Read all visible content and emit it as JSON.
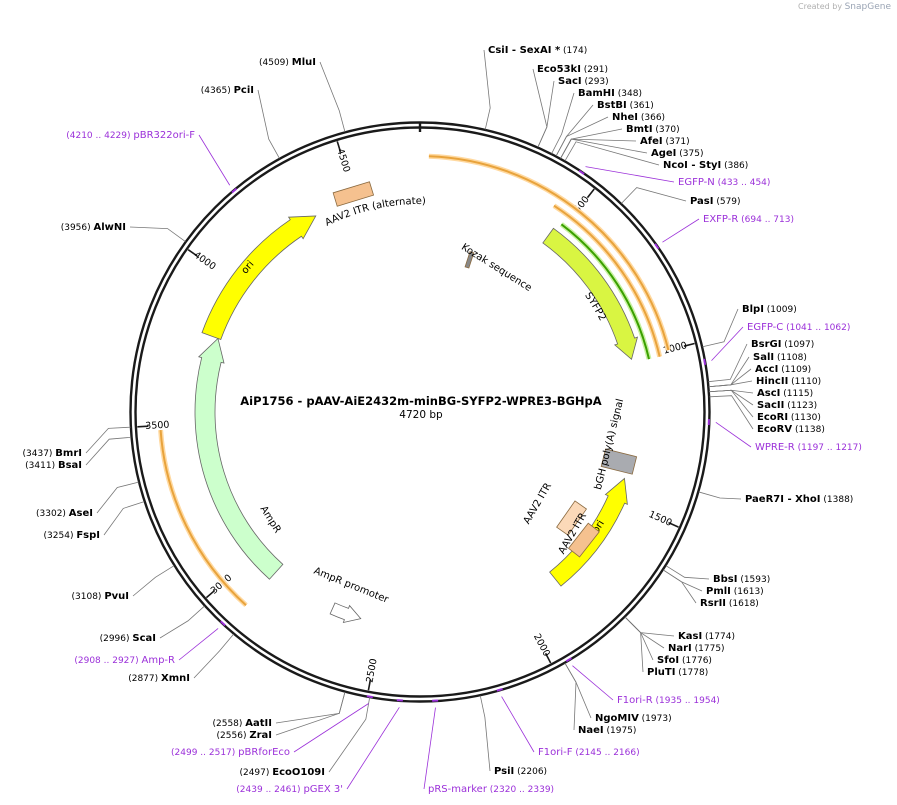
{
  "credit": {
    "prefix": "Created by",
    "brand": "SnapGene"
  },
  "title": "AiP1756 - pAAV-AiE2432m-minBG-SYFP2-WPRE3-BGHpA",
  "length": "4720 bp",
  "ticks": [
    "500",
    "1000",
    "1500",
    "2000",
    "2500",
    "3000",
    "3500",
    "4000",
    "4500"
  ],
  "features": [
    {
      "name": "AAV2 ITR (alternate)",
      "type": "itr",
      "color": "#f5c18f"
    },
    {
      "name": "ori",
      "type": "arrow",
      "color": "#ffff00"
    },
    {
      "name": "Kozak sequence",
      "type": "small",
      "color": "#888888"
    },
    {
      "name": "SYFP2",
      "type": "arrow",
      "color": "#d9f542"
    },
    {
      "name": "bGH poly(A) signal",
      "type": "box",
      "color": "#a9abb0"
    },
    {
      "name": "AAV2 ITR",
      "type": "itr",
      "color": "#fbd9b8"
    },
    {
      "name": "AAV2 ITR",
      "type": "itr",
      "color": "#f5c18f"
    },
    {
      "name": "f1 ori",
      "type": "arrow",
      "color": "#ffff00"
    },
    {
      "name": "AmpR",
      "type": "arrow",
      "color": "#ccffcc"
    },
    {
      "name": "AmpR promoter",
      "type": "arrow",
      "color": "#ffffff"
    }
  ],
  "sites": [
    {
      "name": "CsiI",
      "extra": "- SexAI *",
      "pos": "(174)"
    },
    {
      "name": "Eco53kI",
      "pos": "(291)"
    },
    {
      "name": "SacI",
      "pos": "(293)"
    },
    {
      "name": "BamHI",
      "pos": "(348)"
    },
    {
      "name": "BstBI",
      "pos": "(361)"
    },
    {
      "name": "NheI",
      "pos": "(366)"
    },
    {
      "name": "BmtI",
      "pos": "(370)"
    },
    {
      "name": "AfeI",
      "pos": "(371)"
    },
    {
      "name": "AgeI",
      "pos": "(375)"
    },
    {
      "name": "NcoI",
      "extra": "- StyI",
      "pos": "(386)"
    },
    {
      "name": "PasI",
      "pos": "(579)"
    },
    {
      "name": "BlpI",
      "pos": "(1009)"
    },
    {
      "name": "BsrGI",
      "pos": "(1097)"
    },
    {
      "name": "SalI",
      "pos": "(1108)"
    },
    {
      "name": "AccI",
      "pos": "(1109)"
    },
    {
      "name": "HincII",
      "pos": "(1110)"
    },
    {
      "name": "AscI",
      "pos": "(1115)"
    },
    {
      "name": "SacII",
      "pos": "(1123)"
    },
    {
      "name": "EcoRI",
      "pos": "(1130)"
    },
    {
      "name": "EcoRV",
      "pos": "(1138)"
    },
    {
      "name": "PaeR7I",
      "extra": "- XhoI",
      "pos": "(1388)"
    },
    {
      "name": "BbsI",
      "pos": "(1593)"
    },
    {
      "name": "PmlI",
      "pos": "(1613)"
    },
    {
      "name": "RsrII",
      "pos": "(1618)"
    },
    {
      "name": "KasI",
      "pos": "(1774)"
    },
    {
      "name": "NarI",
      "pos": "(1775)"
    },
    {
      "name": "SfoI",
      "pos": "(1776)"
    },
    {
      "name": "PluTI",
      "pos": "(1778)"
    },
    {
      "name": "NgoMIV",
      "pos": "(1973)"
    },
    {
      "name": "NaeI",
      "pos": "(1975)"
    },
    {
      "name": "PsiI",
      "pos": "(2206)"
    },
    {
      "name": "EcoO109I",
      "pos": "(2497)"
    },
    {
      "name": "ZraI",
      "pos": "(2556)"
    },
    {
      "name": "AatII",
      "pos": "(2558)"
    },
    {
      "name": "XmnI",
      "pos": "(2877)"
    },
    {
      "name": "ScaI",
      "pos": "(2996)"
    },
    {
      "name": "PvuI",
      "pos": "(3108)"
    },
    {
      "name": "FspI",
      "pos": "(3254)"
    },
    {
      "name": "AseI",
      "pos": "(3302)"
    },
    {
      "name": "BsaI",
      "pos": "(3411)"
    },
    {
      "name": "BmrI",
      "pos": "(3437)"
    },
    {
      "name": "AlwNI",
      "pos": "(3956)"
    },
    {
      "name": "PciI",
      "pos": "(4365)"
    },
    {
      "name": "MluI",
      "pos": "(4509)"
    }
  ],
  "primers": [
    {
      "name": "EGFP-N",
      "range": "(433 .. 454)"
    },
    {
      "name": "EXFP-R",
      "range": "(694 .. 713)"
    },
    {
      "name": "EGFP-C",
      "range": "(1041 .. 1062)"
    },
    {
      "name": "WPRE-R",
      "range": "(1197 .. 1217)"
    },
    {
      "name": "F1ori-R",
      "range": "(1935 .. 1954)"
    },
    {
      "name": "F1ori-F",
      "range": "(2145 .. 2166)"
    },
    {
      "name": "pRS-marker",
      "range": "(2320 .. 2339)"
    },
    {
      "name": "pGEX 3'",
      "range": "(2439 .. 2461)"
    },
    {
      "name": "pBRforEco",
      "range": "(2499 .. 2517)"
    },
    {
      "name": "Amp-R",
      "range": "(2908 .. 2927)"
    },
    {
      "name": "pBR322ori-F",
      "range": "(4210 .. 4229)"
    }
  ],
  "colors": {
    "backbone": "#1a1a1a",
    "primer": "#9b30d9",
    "line": "#777777",
    "orf": "#e8a33c",
    "orf_inner": "#3aa000"
  }
}
